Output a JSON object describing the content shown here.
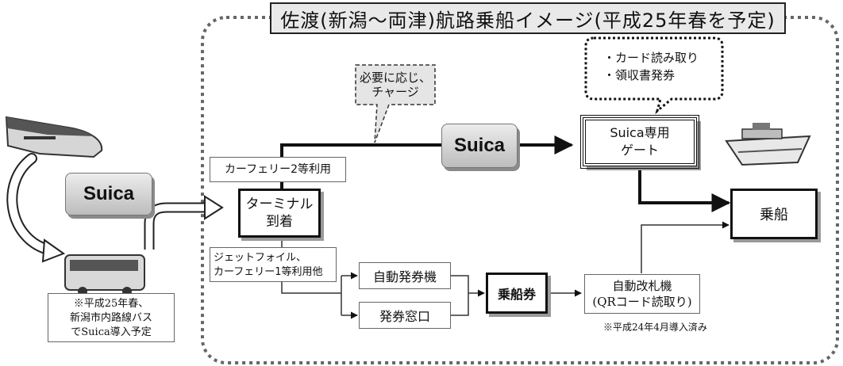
{
  "title": "佐渡(新潟〜両津)航路乗船イメージ(平成25年春を予定)",
  "suica_left": "Suica",
  "suica_main": "Suica",
  "callout_charge": [
    "必要に応じ、",
    "チャージ"
  ],
  "callout_gate": [
    "・カード読み取り",
    "・領収書発券"
  ],
  "gate": [
    "Suica専用",
    "ゲート"
  ],
  "boarding": "乗船",
  "car_ferry_2": "カーフェリー2等利用",
  "terminal": [
    "ターミナル",
    "到着"
  ],
  "jetfoil": [
    "ジェットフォイル、",
    "カーフェリー1等利用他"
  ],
  "ticket_machine": "自動発券機",
  "ticket_window": "発券窓口",
  "boarding_ticket": "乗船券",
  "auto_gate": [
    "自動改札機",
    "(QRコード読取り)"
  ],
  "auto_gate_note": "※平成24年4月導入済み",
  "bus_note": [
    "※平成25年春、",
    "新潟市内路線バス",
    "でSuica導入予定"
  ],
  "colors": {
    "gray_fill": "#e9e9e9",
    "shadow": "#8a8a8a",
    "line": "#111111"
  },
  "icons": [
    "train-icon",
    "bus-icon",
    "ship-icon"
  ]
}
